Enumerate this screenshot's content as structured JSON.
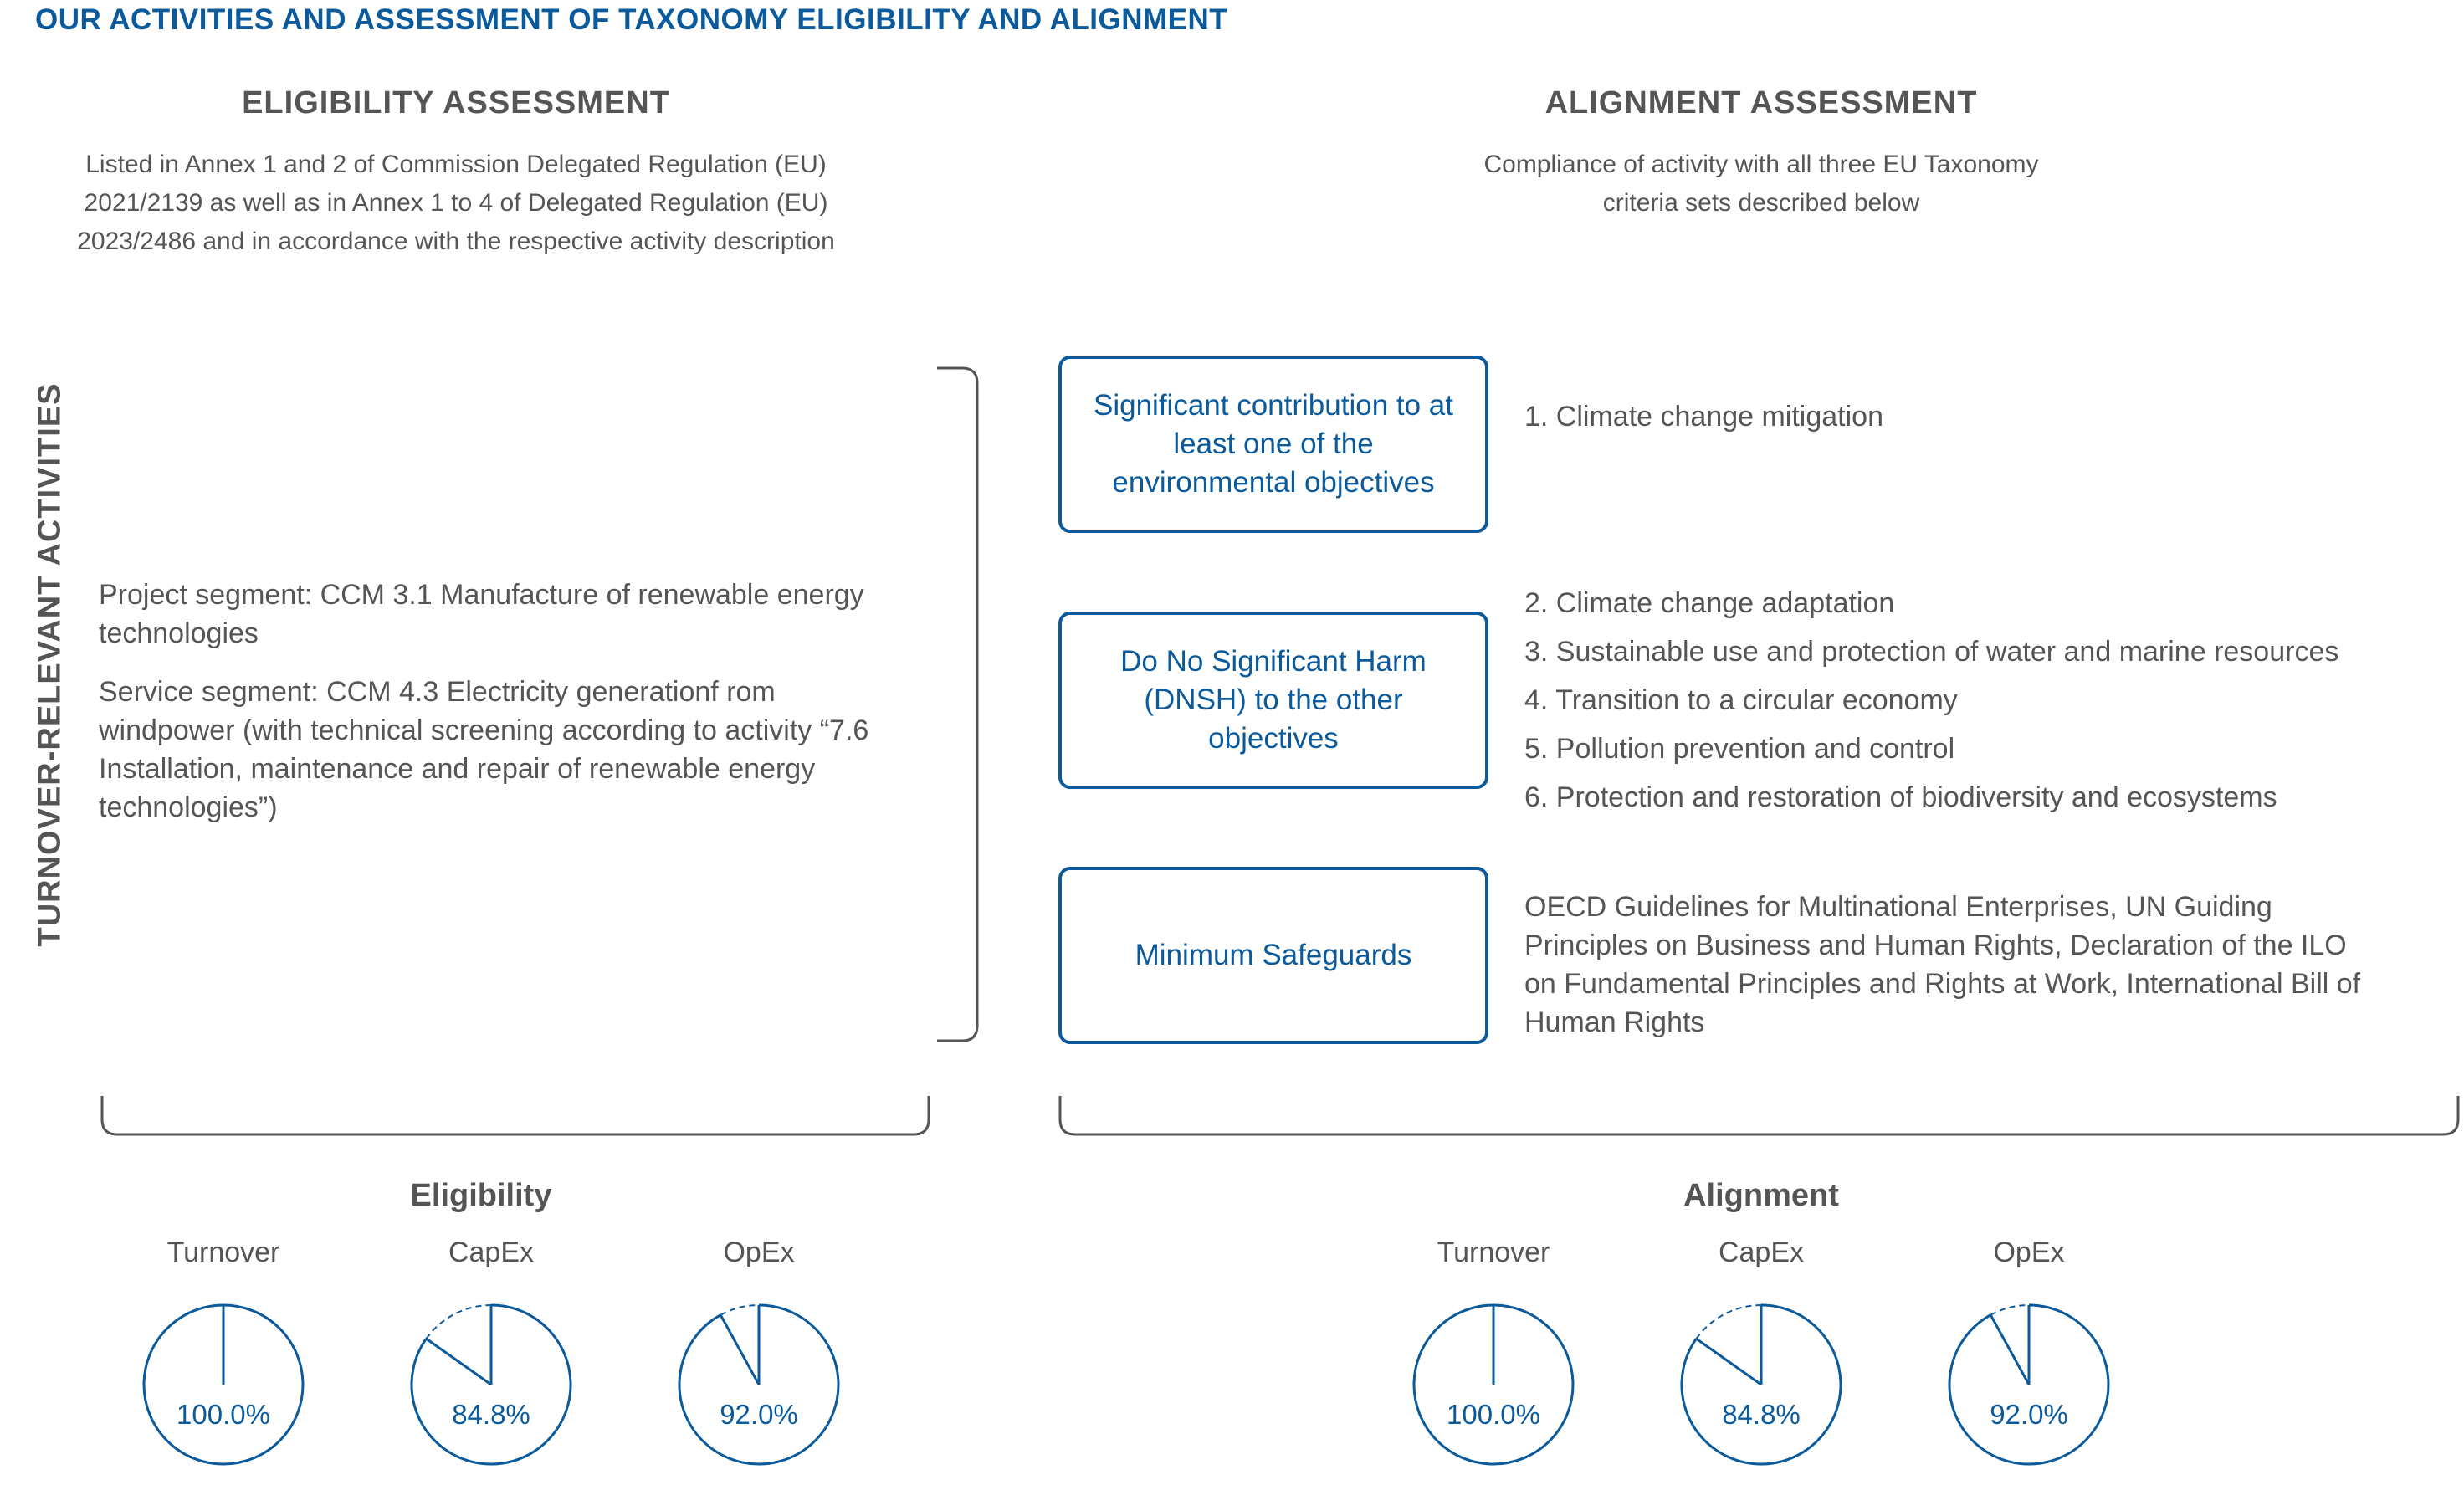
{
  "title": "OUR ACTIVITIES AND ASSESSMENT OF TAXONOMY ELIGIBILITY AND ALIGNMENT",
  "eligibility_assessment": {
    "title": "ELIGIBILITY ASSESSMENT",
    "description": [
      "Listed in Annex 1 and 2 of Commission Delegated Regulation (EU)",
      "2021/2139 as well as in Annex 1 to 4 of Delegated Regulation (EU)",
      "2023/2486 and in accordance with the respective activity description"
    ]
  },
  "alignment_assessment": {
    "title": "ALIGNMENT ASSESSMENT",
    "description": [
      "Compliance of activity with all three EU Taxonomy",
      "criteria sets described below"
    ]
  },
  "side_label": "TURNOVER-RELEVANT ACTIVITIES",
  "segments": {
    "project": "Project segment: CCM 3.1 Manufacture of renewable energy technologies",
    "service": "Service segment: CCM 4.3 Electricity generationf rom windpower (with technical screening according to activity “7.6 Installation, maintenance and repair of renewable energy technologies”)"
  },
  "criteria": [
    {
      "box": "Significant contribution to at least one of the environmental objectives",
      "items": [
        "1. Climate change mitigation"
      ]
    },
    {
      "box": "Do No Significant Harm (DNSH) to the other objectives",
      "items": [
        "2. Climate change adaptation",
        "3. Sustainable use and protection of water and marine resources",
        "4. Transition to a circular economy",
        "5. Pollution prevention and control",
        "6. Protection and restoration of biodiversity and ecosystems"
      ]
    },
    {
      "box": "Minimum Safeguards",
      "items": [
        "OECD Guidelines for Multinational Enterprises, UN Guiding Principles on Business and Human Rights, Declaration of the ILO on Fundamental Principles and Rights at Work, International Bill of Human Rights"
      ]
    }
  ],
  "kpis": {
    "eligibility": {
      "title": "Eligibility",
      "items": [
        {
          "label": "Turnover",
          "value": "100.0%",
          "share": 100.0
        },
        {
          "label": "CapEx",
          "value": "84.8%",
          "share": 84.8
        },
        {
          "label": "OpEx",
          "value": "92.0%",
          "share": 92.0
        }
      ]
    },
    "alignment": {
      "title": "Alignment",
      "items": [
        {
          "label": "Turnover",
          "value": "100.0%",
          "share": 100.0
        },
        {
          "label": "CapEx",
          "value": "84.8%",
          "share": 84.8
        },
        {
          "label": "OpEx",
          "value": "92.0%",
          "share": 92.0
        }
      ]
    }
  },
  "colors": {
    "accent": "#0a5a9c",
    "text": "#555555",
    "line": "#555555"
  }
}
